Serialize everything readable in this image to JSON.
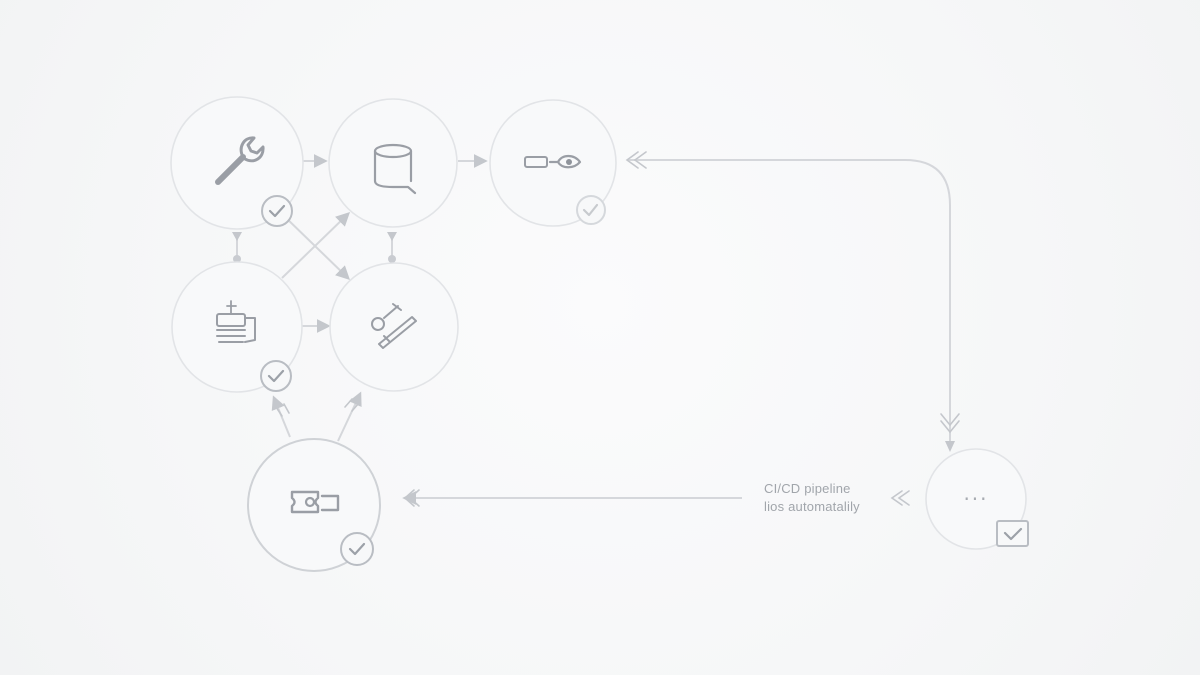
{
  "diagram": {
    "caption_line_1": "CI/CD pipeline",
    "caption_line_2": "lios automatalily",
    "final_node_label": "···",
    "nodes": [
      {
        "id": "build",
        "icon": "wrench-icon",
        "status": "complete"
      },
      {
        "id": "storage",
        "icon": "database-icon",
        "status": "none"
      },
      {
        "id": "link",
        "icon": "link-icon",
        "status": "complete"
      },
      {
        "id": "package",
        "icon": "layers-icon",
        "status": "complete"
      },
      {
        "id": "tools",
        "icon": "pen-tool-icon",
        "status": "none"
      },
      {
        "id": "deploy",
        "icon": "ticket-icon",
        "status": "complete"
      },
      {
        "id": "pending",
        "icon": "more-icon",
        "status": "checkbox"
      }
    ]
  }
}
